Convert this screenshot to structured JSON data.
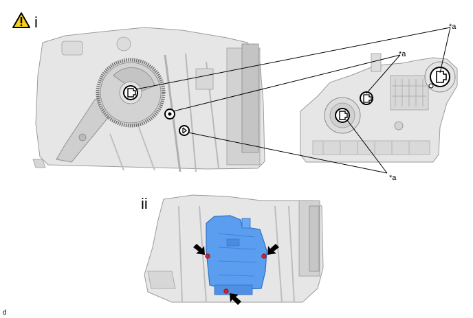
{
  "warning_icon": "warning-triangle-icon",
  "steps": [
    {
      "label": "i"
    },
    {
      "label": "ii"
    }
  ],
  "callouts": [
    "*a",
    "*a",
    "*a"
  ],
  "figure_id": "d",
  "colors": {
    "part_gray": "#e6e6e6",
    "part_dark": "#b9b9b9",
    "highlight_blue": "#5b9ef0",
    "warning_yellow": "#f7d117",
    "screw_red": "#e0202a"
  }
}
